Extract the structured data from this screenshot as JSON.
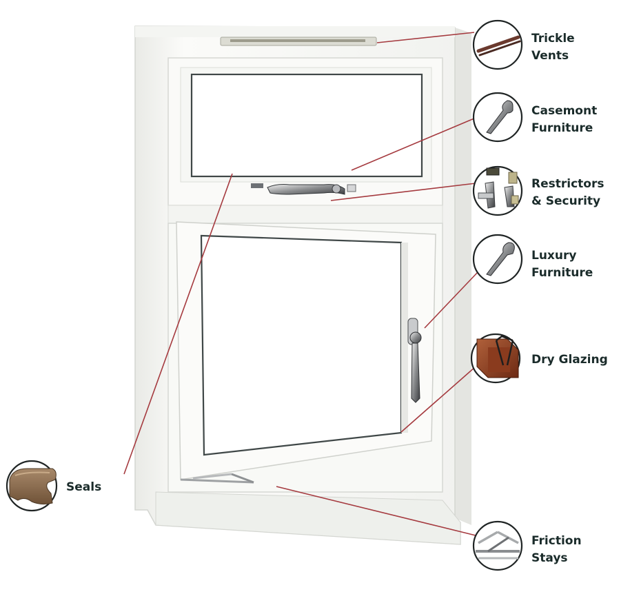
{
  "colors": {
    "leader_line": "#a53a3f",
    "label_text": "#1a2b2a",
    "frame_white": "#f7f7f4",
    "frame_shadow": "#d9dbd6"
  },
  "callouts": [
    {
      "id": "trickle-vents",
      "label": "Trickle\nVents",
      "icon": "trickle-vent-icon"
    },
    {
      "id": "casement-furniture",
      "label": "Casemont\nFurniture",
      "icon": "casement-handle-icon"
    },
    {
      "id": "restrictors-security",
      "label": "Restrictors\n& Security",
      "icon": "restrictor-hardware-icon"
    },
    {
      "id": "luxury-furniture",
      "label": "Luxury\nFurniture",
      "icon": "luxury-handle-icon"
    },
    {
      "id": "dry-glazing",
      "label": "Dry Glazing",
      "icon": "glazing-profile-icon"
    },
    {
      "id": "seals",
      "label": "Seals",
      "icon": "seal-gasket-icon"
    },
    {
      "id": "friction-stays",
      "label": "Friction\nStays",
      "icon": "friction-stay-icon"
    }
  ]
}
